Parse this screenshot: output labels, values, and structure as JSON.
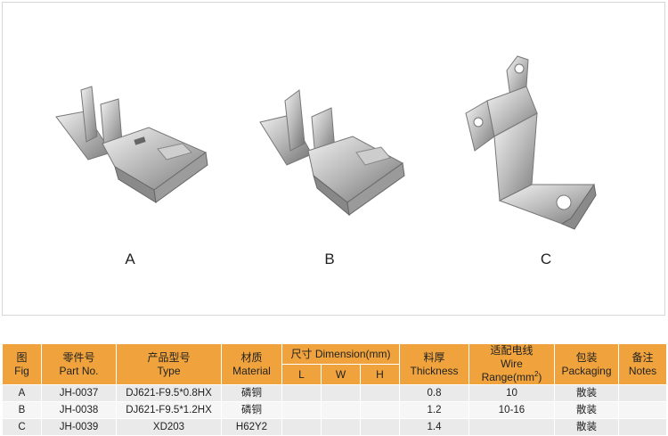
{
  "figures": [
    {
      "label": "A"
    },
    {
      "label": "B"
    },
    {
      "label": "C"
    }
  ],
  "table": {
    "headers": {
      "fig": {
        "cn": "图",
        "en": "Fig"
      },
      "part_no": {
        "cn": "零件号",
        "en": "Part No."
      },
      "type": {
        "cn": "产品型号",
        "en": "Type"
      },
      "material": {
        "cn": "材质",
        "en": "Material"
      },
      "dimension": {
        "cn": "尺寸 Dimension(mm)",
        "l": "L",
        "w": "W",
        "h": "H"
      },
      "thickness": {
        "cn": "料厚",
        "en": "Thickness"
      },
      "wire_range": {
        "cn": "适配电线",
        "en": "Wire Range(mm",
        "en_sup": "2",
        "en_end": ")"
      },
      "packaging": {
        "cn": "包装",
        "en": "Packaging"
      },
      "notes": {
        "cn": "备注",
        "en": "Notes"
      }
    },
    "rows": [
      {
        "fig": "A",
        "part_no": "JH-0037",
        "type": "DJ621-F9.5*0.8HX",
        "material": "磷铜",
        "l": "",
        "w": "",
        "h": "",
        "thickness": "0.8",
        "wire_range": "10",
        "packaging": "散装",
        "notes": ""
      },
      {
        "fig": "B",
        "part_no": "JH-0038",
        "type": "DJ621-F9.5*1.2HX",
        "material": "磷铜",
        "l": "",
        "w": "",
        "h": "",
        "thickness": "1.2",
        "wire_range": "10-16",
        "packaging": "散装",
        "notes": ""
      },
      {
        "fig": "C",
        "part_no": "JH-0039",
        "type": "XD203",
        "material": "H62Y2",
        "l": "",
        "w": "",
        "h": "",
        "thickness": "1.4",
        "wire_range": "",
        "packaging": "散装",
        "notes": ""
      }
    ]
  }
}
